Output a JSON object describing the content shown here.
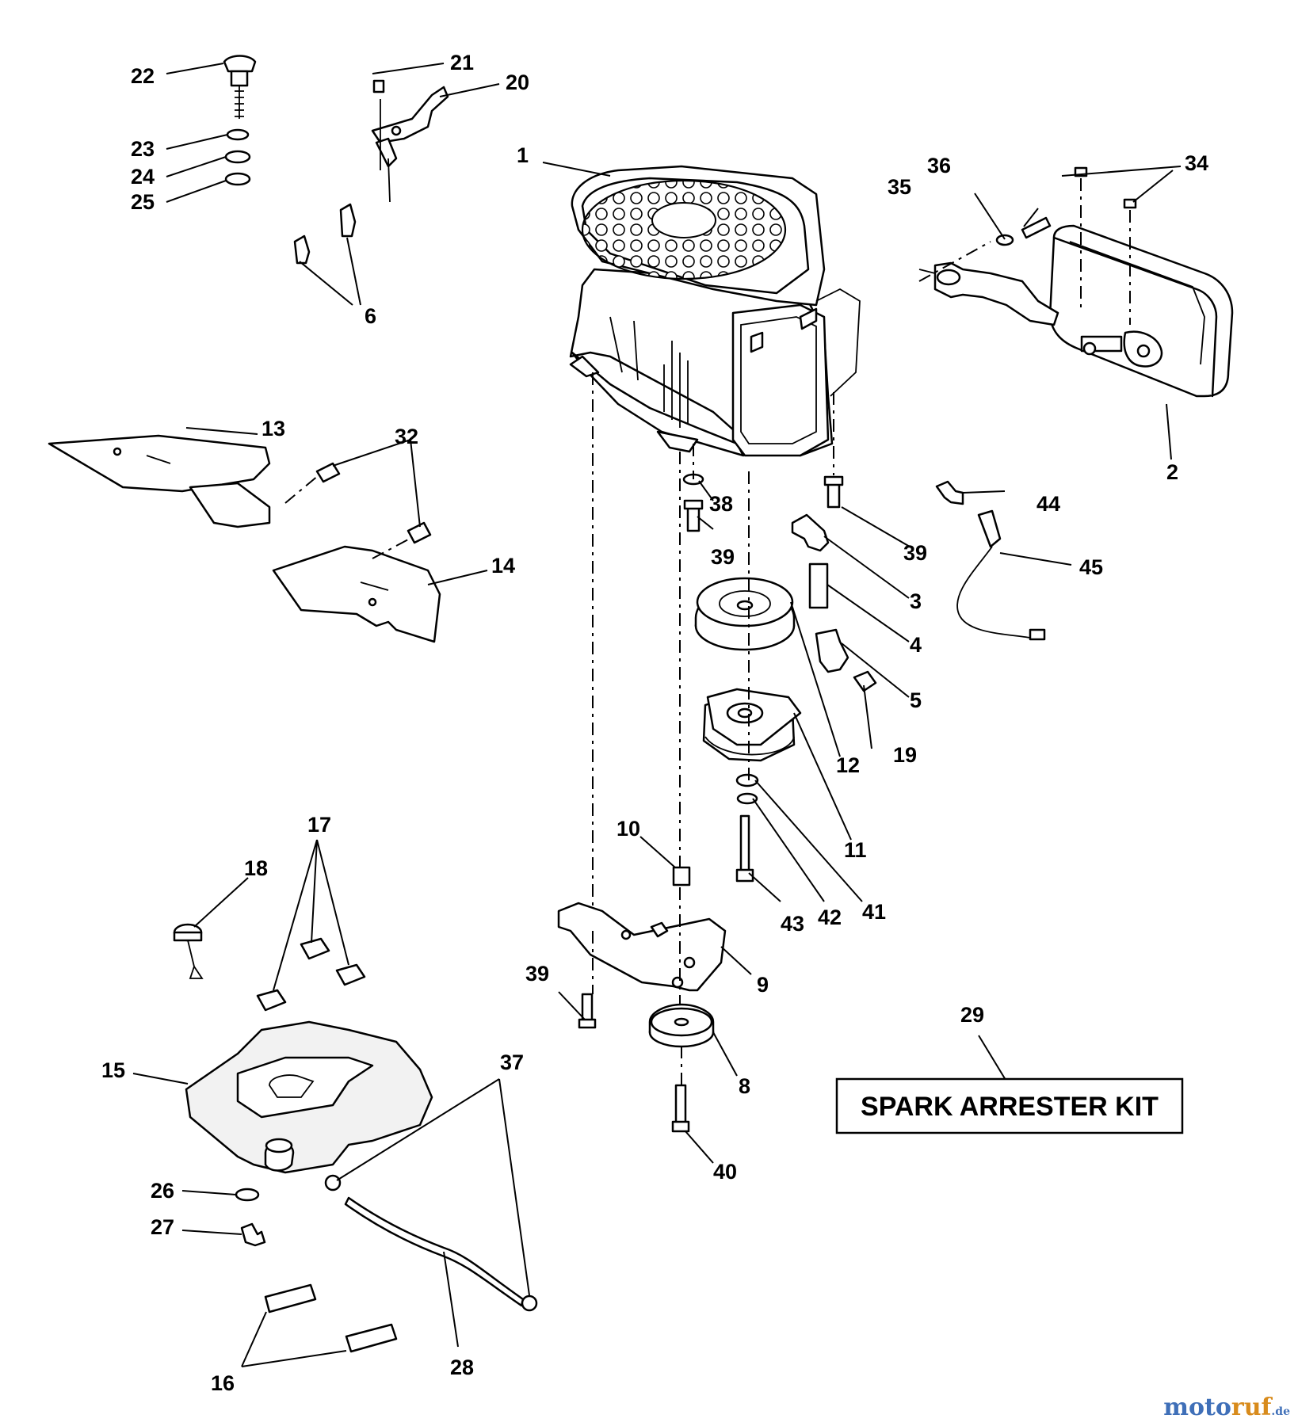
{
  "labels": [
    {
      "id": "1",
      "text": "1"
    },
    {
      "id": "2",
      "text": "2"
    },
    {
      "id": "3",
      "text": "3"
    },
    {
      "id": "4",
      "text": "4"
    },
    {
      "id": "5",
      "text": "5"
    },
    {
      "id": "6",
      "text": "6"
    },
    {
      "id": "8",
      "text": "8"
    },
    {
      "id": "9",
      "text": "9"
    },
    {
      "id": "10",
      "text": "10"
    },
    {
      "id": "11",
      "text": "11"
    },
    {
      "id": "12",
      "text": "12"
    },
    {
      "id": "13",
      "text": "13"
    },
    {
      "id": "14",
      "text": "14"
    },
    {
      "id": "15",
      "text": "15"
    },
    {
      "id": "16",
      "text": "16"
    },
    {
      "id": "17",
      "text": "17"
    },
    {
      "id": "18",
      "text": "18"
    },
    {
      "id": "19",
      "text": "19"
    },
    {
      "id": "20",
      "text": "20"
    },
    {
      "id": "21",
      "text": "21"
    },
    {
      "id": "22",
      "text": "22"
    },
    {
      "id": "23",
      "text": "23"
    },
    {
      "id": "24",
      "text": "24"
    },
    {
      "id": "25",
      "text": "25"
    },
    {
      "id": "26",
      "text": "26"
    },
    {
      "id": "27",
      "text": "27"
    },
    {
      "id": "28",
      "text": "28"
    },
    {
      "id": "29",
      "text": "29"
    },
    {
      "id": "32",
      "text": "32"
    },
    {
      "id": "34",
      "text": "34"
    },
    {
      "id": "35",
      "text": "35"
    },
    {
      "id": "36",
      "text": "36"
    },
    {
      "id": "37",
      "text": "37"
    },
    {
      "id": "38",
      "text": "38"
    },
    {
      "id": "39a",
      "text": "39"
    },
    {
      "id": "39b",
      "text": "39"
    },
    {
      "id": "39c",
      "text": "39"
    },
    {
      "id": "40",
      "text": "40"
    },
    {
      "id": "41",
      "text": "41"
    },
    {
      "id": "42",
      "text": "42"
    },
    {
      "id": "43",
      "text": "43"
    },
    {
      "id": "44",
      "text": "44"
    },
    {
      "id": "45",
      "text": "45"
    }
  ],
  "kit_box": {
    "label": "SPARK ARRESTER KIT"
  },
  "watermark": {
    "part1": "moto",
    "part2": "ruf",
    "part3": ".de"
  }
}
